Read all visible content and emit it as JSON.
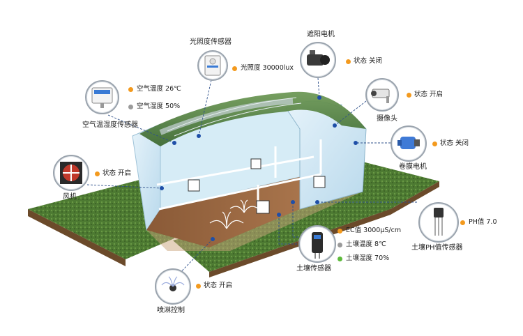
{
  "colors": {
    "orange": "#f39a1e",
    "gray": "#9a9a9a",
    "green": "#5dba3b",
    "line": "#2d4f8a",
    "node": "#1f4fa8",
    "roof": "#5a8a48",
    "soil": "#9b6a45",
    "grass": "#4f7a33"
  },
  "devices": {
    "light_sensor": {
      "name": "光照度传感器",
      "reading": "光照度 30000lux"
    },
    "shade_motor": {
      "name": "遮阳电机",
      "status": "状态 关闭"
    },
    "air_sensor": {
      "name": "空气温湿度传感器",
      "temp": "空气温度 26℃",
      "humidity": "空气湿度 50%"
    },
    "camera": {
      "name": "摄像头",
      "status": "状态 开启"
    },
    "roll_motor": {
      "name": "卷膜电机",
      "status": "状态 关闭"
    },
    "fan": {
      "name": "风机",
      "status": "状态 开启"
    },
    "ph_sensor": {
      "name": "土壤PH值传感器",
      "reading": "PH值 7.0"
    },
    "soil_sensor": {
      "name": "土壤传感器",
      "ec": "EC值 3000μS/cm",
      "temp": "土壤温度 8℃",
      "humidity": "土壤湿度 70%"
    },
    "sprinkler": {
      "name": "喷淋控制",
      "status": "状态 开启"
    }
  }
}
